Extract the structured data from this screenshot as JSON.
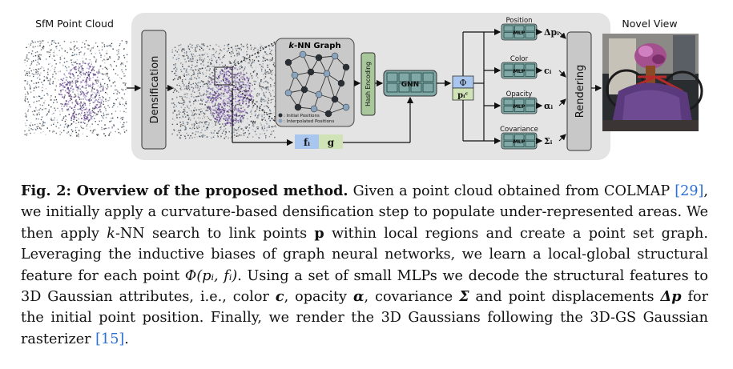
{
  "figure": {
    "sfm_label": "SfM Point Cloud",
    "densification_label": "Densification",
    "knn_title_prefix": "k",
    "knn_title_rest": "-NN Graph",
    "legend_initial": ": Initial Positions",
    "legend_interpolated": ": Interpolated Positions",
    "hash_label": "Hash Encoding",
    "gnn_label": "GNN",
    "phi_label": "Φ",
    "pi_label": "pᵢᶜ",
    "f_label": "fᵢ",
    "g_label": "g",
    "mlp_label": "MLP",
    "heads": [
      {
        "title": "Position",
        "output": "Δpᵢ"
      },
      {
        "title": "Color",
        "output": "cᵢ"
      },
      {
        "title": "Opacity",
        "output": "αᵢ"
      },
      {
        "title": "Covariance",
        "output": "Σᵢ"
      }
    ],
    "rendering_label": "Rendering",
    "novel_view_label": "Novel View",
    "colors": {
      "panel": "#e4e4e4",
      "block": "#c8c8c8",
      "teal": "#7fa8a6",
      "hash": "#a8c79a",
      "blue": "#a9c6ee",
      "green": "#cfe3b6"
    }
  },
  "caption": {
    "fig_label": "Fig. 2: Overview of the proposed method.",
    "t1": " Given a point cloud obtained from COLMAP ",
    "cite1": "[29]",
    "t2": ", we initially apply a curvature-based densification step to populate under-represented areas. We then apply ",
    "k": "k",
    "t3": "-NN search to link points ",
    "p": "p",
    "t4": " within local regions and create a point set graph. Leveraging the inductive biases of graph neural networks, we learn a local-global structural feature for each point ",
    "phi_expr": "Φ(pᵢ, fᵢ)",
    "t5": ". Using a set of small MLPs we decode the structural features to 3D Gaussian attributes, i.e., color ",
    "c": "c",
    "t6": ", opacity ",
    "alpha": "α",
    "t7": ", covariance ",
    "sigma": "Σ",
    "t8": " and point displacements ",
    "dp": "Δp",
    "t9": " for the initial point position. Finally, we render the 3D Gaussians following the 3D-GS Gaussian rasterizer ",
    "cite2": "[15]",
    "t10": "."
  }
}
